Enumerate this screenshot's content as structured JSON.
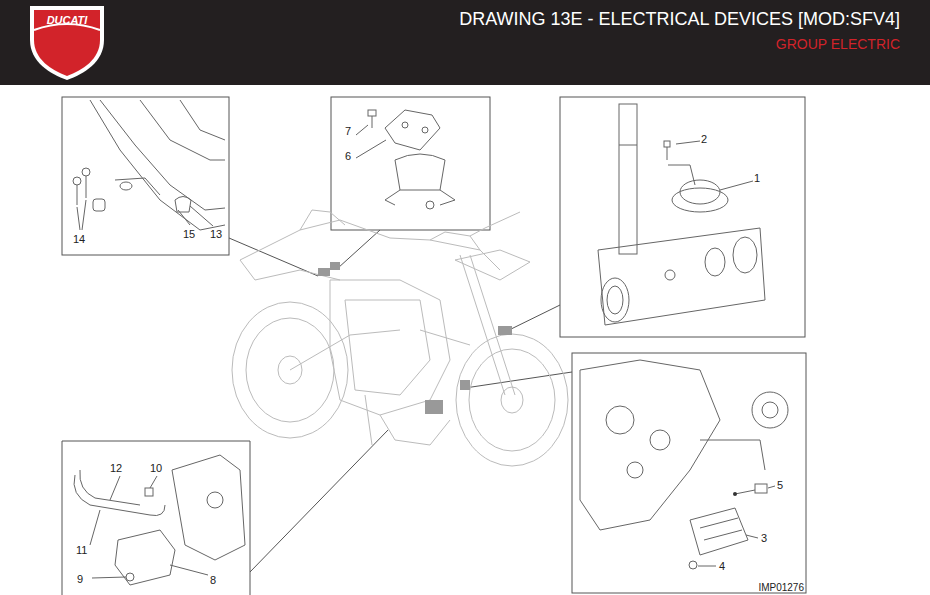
{
  "diagram": {
    "title": "DRAWING 13E - ELECTRICAL DEVICES [MOD:SFV4]",
    "labels": [
      "DUCATI",
      "GROUP ELECTRIC",
      "14",
      "15",
      "13",
      "7",
      "6",
      "2",
      "1",
      "12",
      "10",
      "11",
      "9",
      "8",
      "5",
      "3",
      "4",
      "IMP01276"
    ]
  }
}
